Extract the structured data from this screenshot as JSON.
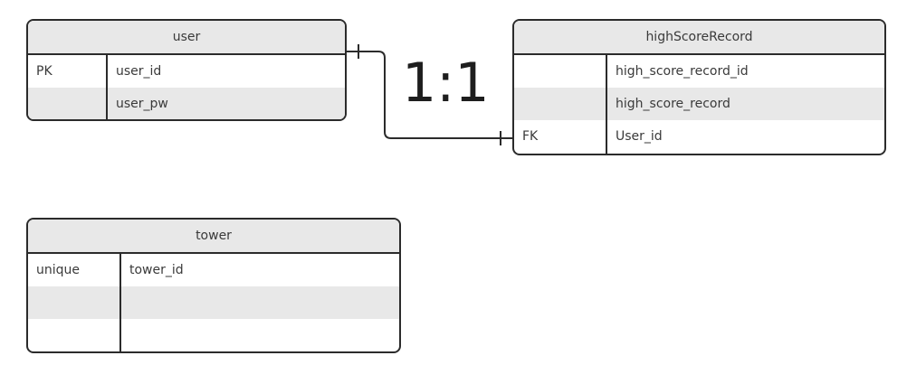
{
  "entities": {
    "user": {
      "title": "user",
      "rows": [
        {
          "key": "PK",
          "name": "user_id"
        },
        {
          "key": "",
          "name": "user_pw"
        }
      ]
    },
    "high_score_record": {
      "title": "highScoreRecord",
      "rows": [
        {
          "key": "",
          "name": "high_score_record_id"
        },
        {
          "key": "",
          "name": "high_score_record"
        },
        {
          "key": "FK",
          "name": "User_id"
        }
      ]
    },
    "tower": {
      "title": "tower",
      "rows": [
        {
          "key": "unique",
          "name": "tower_id"
        },
        {
          "key": "",
          "name": ""
        },
        {
          "key": "",
          "name": ""
        }
      ]
    }
  },
  "relationship": {
    "label": "1:1",
    "notation": "one-to-one"
  }
}
